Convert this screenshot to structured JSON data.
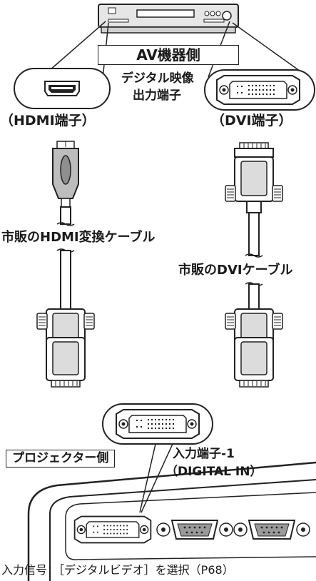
{
  "labels": {
    "av_side": "AV機器側",
    "digital_output_line1": "デジタル映像",
    "digital_output_line2": "出力端子",
    "hdmi_terminal": "（HDMI端子）",
    "dvi_terminal": "（DVI端子）",
    "hdmi_cable": "市販のHDMI変換ケーブル",
    "dvi_cable": "市販のDVIケーブル",
    "projector_side": "プロジェクター側",
    "input_terminal_line1": "入力端子-1",
    "input_terminal_line2": "（DIGITAL IN）",
    "footer": "入力信号：［デジタルビデオ］を選択（P68）"
  },
  "colors": {
    "line": "#222222",
    "device_face": "#e6e6e6",
    "cable": "#ffffff",
    "connector": "#bdbdbd"
  }
}
